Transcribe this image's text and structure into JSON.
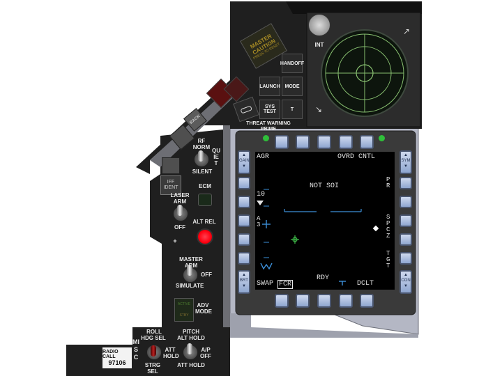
{
  "threat_warning": {
    "master_caution": "MASTER CAUTION",
    "master_caution_sub": "PRESS TO RESET",
    "handoff": "HANDOFF",
    "launch": "LAUNCH",
    "mode": "MODE",
    "sys_test": "SYS TEST",
    "t": "T",
    "panel_label_1": "THREAT WARNING",
    "panel_label_2": "PRIME"
  },
  "rwr": {
    "int_label": "INT"
  },
  "left_panel": {
    "rack_label": "RACK",
    "iff_ident": "IFF IDENT",
    "rf_norm": "RF NORM",
    "quiet": "QUIET",
    "silent": "SILENT",
    "ecm": "ECM",
    "laser_arm": "LASER ARM",
    "off": "OFF",
    "alt_rel": "ALT REL",
    "plus": "+",
    "master_arm": "MASTER ARM",
    "master_arm_off": "OFF",
    "simulate": "SIMULATE",
    "active": "ACTIVE",
    "stby": "STBY",
    "adv_mode": "ADV MODE",
    "roll": "ROLL",
    "hdg_sel": "HDG SEL",
    "att_hold_left": "ATT HOLD",
    "strg_sel": "STRG SEL",
    "pitch": "PITCH",
    "alt_hold": "ALT HOLD",
    "ap_off": "A/P OFF",
    "att_hold_right": "ATT HOLD",
    "misc": "MISC",
    "radio_call": "RADIO CALL",
    "radio_call_number": "97106"
  },
  "mfd": {
    "top_left": "AGR",
    "top_right": "OVRD CNTL",
    "center": "NOT SOI",
    "left_num": "10",
    "left_a3": "A 3",
    "right_pr": "P R",
    "right_spcz": "S P C Z",
    "right_tgt": "T G T",
    "bottom_swap": "SWAP",
    "bottom_fcr": "FCR",
    "bottom_rdy": "RDY",
    "bottom_dclt": "DCLT",
    "rocker_gain": "GAIN",
    "rocker_brt": "BRT",
    "rocker_sym": "SYM",
    "rocker_con": "CON"
  },
  "colors": {
    "panel": "#1f1f1f",
    "bezel": "#3c3c3c",
    "frame": "#b4b7c4",
    "mfd_screen": "#000000",
    "button_blue": "#a9bbe0",
    "green_radar": "#88c070",
    "alt_rel_red": "#ff0010",
    "caution_amber": "#a78b25"
  }
}
